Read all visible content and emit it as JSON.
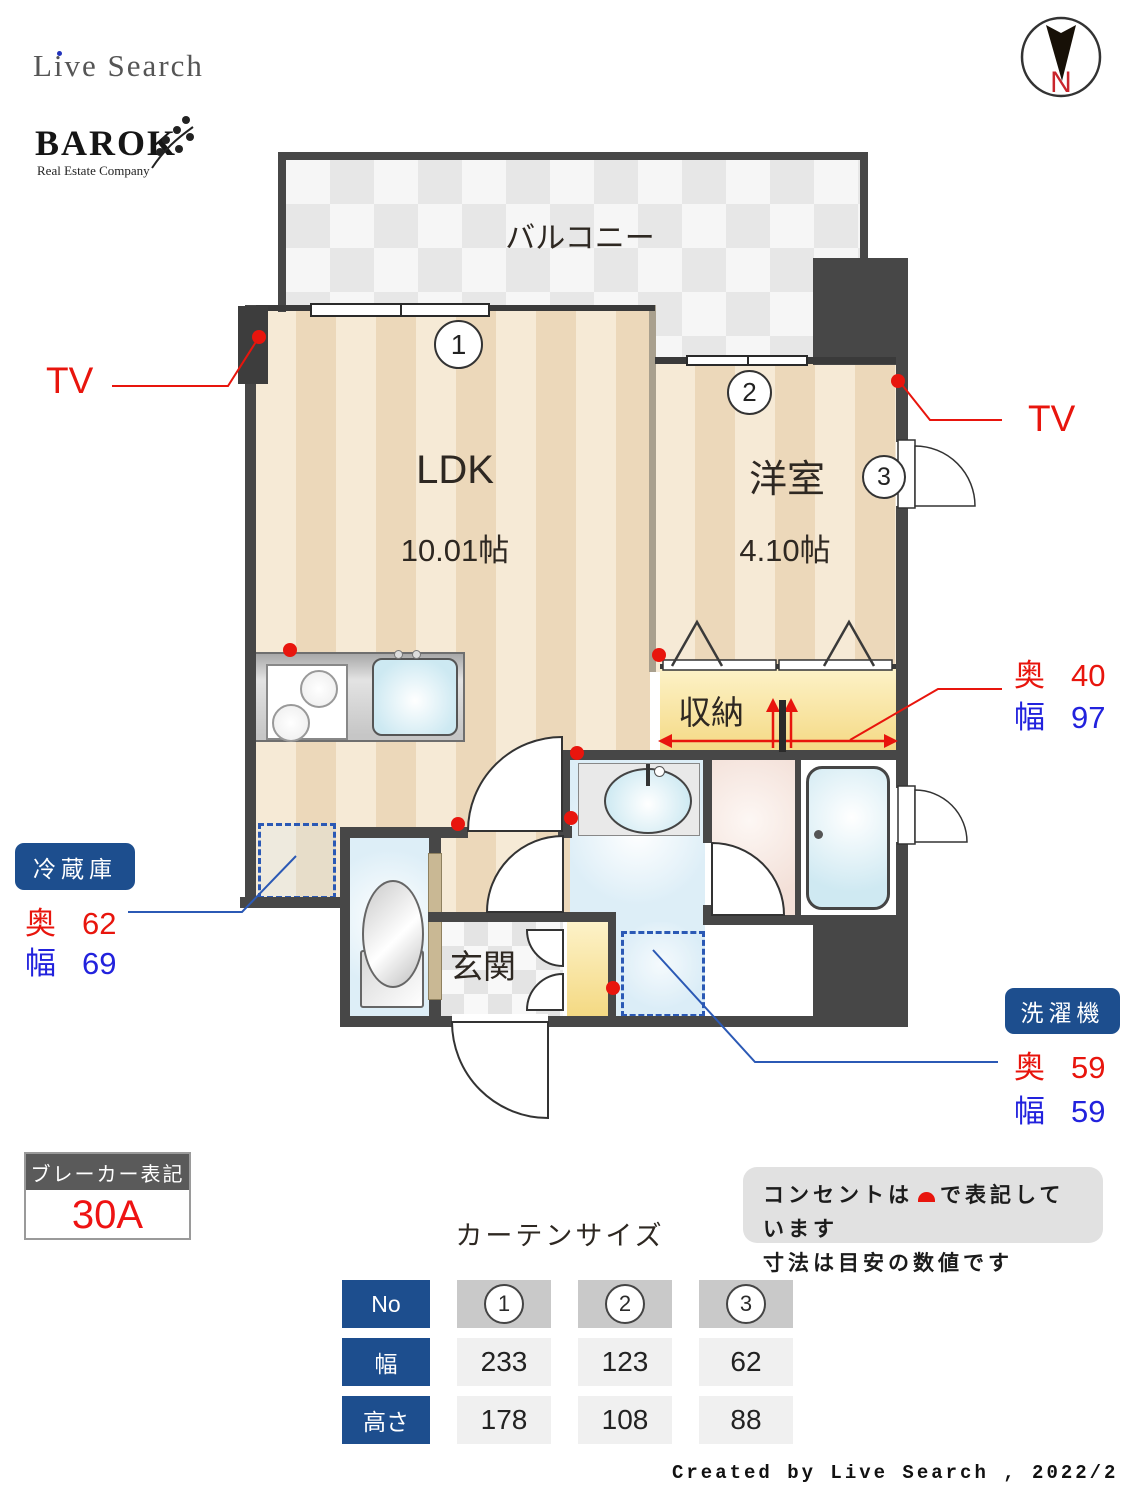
{
  "branding": {
    "live_search": "Live Search",
    "barok": "BAROK",
    "barok_sub": "Real Estate Company",
    "compass_n": "N"
  },
  "rooms": {
    "balcony": "バルコニー",
    "ldk": {
      "name": "LDK",
      "size": "10.01帖"
    },
    "western": {
      "name": "洋室",
      "size": "4.10帖"
    },
    "storage": "収納",
    "entrance": "玄関"
  },
  "window_marks": {
    "w1": "1",
    "w2": "2",
    "w3": "3"
  },
  "annotations": {
    "tv_left": "TV",
    "tv_right": "TV",
    "storage_dim": {
      "depth_label": "奥",
      "depth": "40",
      "width_label": "幅",
      "width": "97"
    },
    "fridge": {
      "title": "冷蔵庫",
      "depth_label": "奥",
      "depth": "62",
      "width_label": "幅",
      "width": "69"
    },
    "washer": {
      "title": "洗濯機",
      "depth_label": "奥",
      "depth": "59",
      "width_label": "幅",
      "width": "59"
    }
  },
  "breaker": {
    "title": "ブレーカー表記",
    "value": "30A"
  },
  "notes": {
    "line1_pre": "コンセントは",
    "line1_post": "で表記しています",
    "line2": "寸法は目安の数値です"
  },
  "curtain_table": {
    "title": "カーテンサイズ",
    "row_headers": [
      "No",
      "幅",
      "高さ"
    ],
    "columns": [
      "1",
      "2",
      "3"
    ],
    "widths": [
      "233",
      "123",
      "62"
    ],
    "heights": [
      "178",
      "108",
      "88"
    ]
  },
  "credit": "Created by Live Search , 2022/2",
  "colors": {
    "accent_navy": "#1d4e8e",
    "red": "#e8150d",
    "blue": "#2b59b5",
    "wall": "#474747",
    "stripe_light": "#f6ead6",
    "stripe_dark": "#ecd8ba",
    "storage_yellow": "#f4d983",
    "water_blue": "#ddeef7"
  }
}
